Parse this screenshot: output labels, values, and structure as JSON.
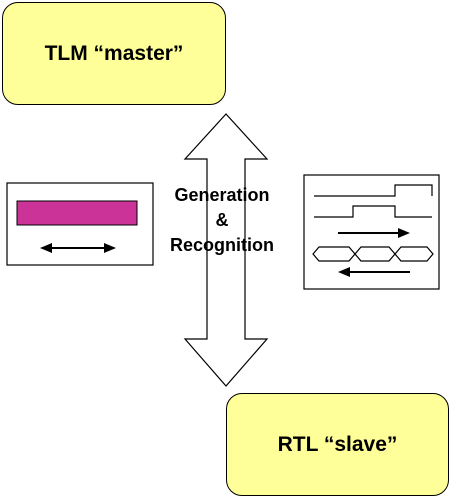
{
  "top_box": {
    "label": "TLM “master”"
  },
  "bottom_box": {
    "label": "RTL “slave”"
  },
  "center_label": {
    "line1": "Generation",
    "line2": "&",
    "line3": "Recognition"
  },
  "colors": {
    "box_fill": "#ffff99",
    "transaction_bar": "#cc3399",
    "outline": "#000000"
  }
}
